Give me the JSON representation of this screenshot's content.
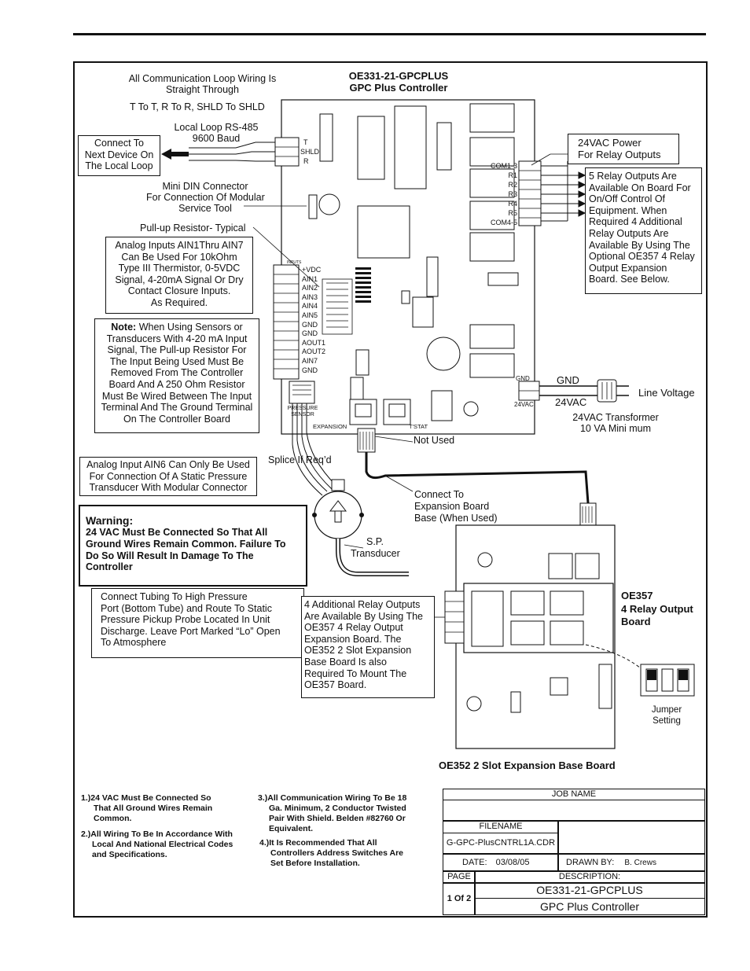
{
  "board": {
    "title": "OE331-21-GPCPLUS",
    "subtitle": "GPC Plus Controller",
    "comm_loop_note": [
      "All Communication Loop Wiring Is",
      "Straight Through"
    ],
    "t_to_t": "T To T, R To R, SHLD To SHLD",
    "local_loop": [
      "Local Loop RS-485",
      "9600 Baud"
    ],
    "connect_to": [
      "Connect To",
      "Next  Device On",
      "The Local Loop"
    ],
    "mini_din": [
      "Mini DIN Connector",
      "For Connection Of Modular",
      "Service Tool"
    ],
    "pullup": "Pull-up Resistor- Typical",
    "analog_inputs": [
      "Analog Inputs AIN1Thru AIN7",
      "Can Be Used For 10kOhm",
      "Type III Thermistor, 0-5VDC",
      "Signal, 4-20mA Signal Or Dry",
      "Contact Closure Inputs.",
      "As Required."
    ],
    "note_label": "Note:",
    "note_text": [
      "When Using Sensors or",
      "Transducers With 4-20 mA Input",
      "Signal, The Pull-up Resistor For",
      "The Input Being Used Must Be",
      "Removed From The Controller",
      "Board And  A 250 Ohm Resistor",
      "Must Be Wired Between The Input",
      "Terminal And The Ground Terminal",
      "On The Controller Board"
    ],
    "ain6": [
      "Analog Input AIN6 Can Only Be Used",
      "For Connection Of A Static Pressure",
      "Transducer  With Modular Connector"
    ],
    "warning_title": "Warning:",
    "warning_text": [
      "24 VAC Must Be Connected So That All",
      "Ground Wires Remain Common. Failure To",
      "Do So Will Result In Damage To The",
      "Controller"
    ],
    "tubing": [
      "Connect Tubing To High Pressure",
      "Port  (Bottom Tube) and Route To Static",
      "Pressure Pickup Probe Located In Unit",
      "Discharge. Leave Port Marked “Lo” Open",
      "To Atmosphere"
    ],
    "relay_power": [
      "24VAC Power",
      "For Relay Outputs"
    ],
    "relay_outputs": [
      "5 Relay Outputs Are",
      "Available On Board For",
      "On/Off Control Of",
      "Equipment. When",
      "Required 4 Additional",
      "Relay Outputs Are",
      "Available By Using The",
      "Optional OE357 4 Relay",
      "Output Expansion",
      "Board. See Below."
    ],
    "additional_relays": [
      "4 Additional Relay Outputs",
      "Are Available By Using The",
      "OE357 4 Relay Output",
      "Expansion Board. The",
      "OE352 2 Slot Expansion",
      "Base Board Is also",
      "Required To Mount The",
      "OE357 Board."
    ],
    "gnd": "GND",
    "vac24": "24VAC",
    "line_voltage": "Line Voltage",
    "transformer": [
      "24VAC Transformer",
      "10 VA Mini mum"
    ],
    "not_used": "Not Used",
    "splice": "Splice If Req’d",
    "connect_expansion": [
      "Connect To",
      "Expansion Board",
      "Base (When Used)"
    ],
    "sp_transducer": [
      "S.P.",
      "Transducer"
    ],
    "oe357": [
      "OE357",
      "4 Relay Output",
      "Board"
    ],
    "jumper": [
      "Jumper",
      "Setting"
    ],
    "oe352": "OE352 2 Slot Expansion Base Board",
    "terminals_left": [
      "+VDC",
      "AIN1",
      "AIN2",
      "AIN3",
      "AIN4",
      "AIN5",
      "GND",
      "GND",
      "AOUT1",
      "AOUT2",
      "AIN7",
      "GND"
    ],
    "terminals_comm": [
      "T",
      "SHLD",
      "R"
    ],
    "relay_terms": [
      "COM1-3",
      "R1",
      "R2",
      "R3",
      "R4",
      "R5",
      "COM4-5"
    ],
    "power_terms": [
      "GND",
      "24VAC"
    ],
    "pressure_sensor": [
      "PRESSURE",
      "SENSOR"
    ],
    "expansion": "EXPANSION",
    "tstat": "T'STAT",
    "inputs_label": "INPUTS"
  },
  "notes": {
    "n1": [
      "1.)24 VAC Must Be Connected So",
      "That All Ground Wires Remain",
      "Common."
    ],
    "n2": [
      "2.)All Wiring To Be In Accordance With",
      "Local And National Electrical Codes",
      "and Specifications."
    ],
    "n3": [
      "3.)All Communication Wiring To Be 18",
      "Ga. Minimum, 2 Conductor Twisted",
      "Pair With Shield. Belden #82760 Or",
      "Equivalent."
    ],
    "n4": [
      "4.)It Is Recommended That All",
      "Controllers Address Switches Are",
      "Set Before Installation."
    ]
  },
  "title_block": {
    "job_name": "JOB NAME",
    "filename_label": "FILENAME",
    "filename": "G-GPC-PlusCNTRL1A.CDR",
    "date_label": "DATE:",
    "date": "03/08/05",
    "drawn_by_label": "DRAWN BY:",
    "drawn_by": "B. Crews",
    "page_label": "PAGE",
    "description_label": "DESCRIPTION:",
    "page": "1 Of 2",
    "desc1": "OE331-21-GPCPLUS",
    "desc2": "GPC Plus Controller"
  }
}
